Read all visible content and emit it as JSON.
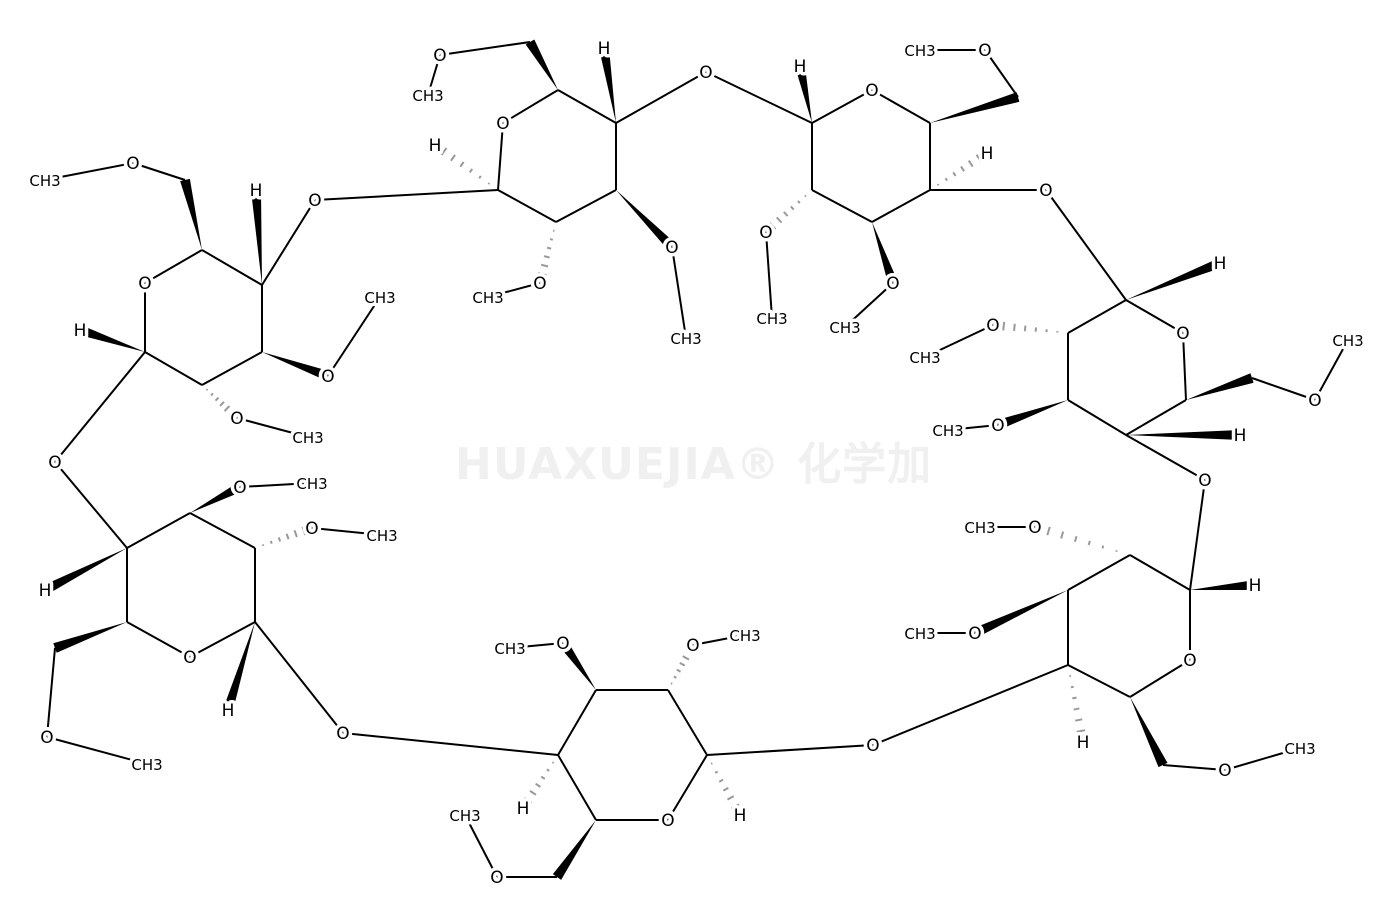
{
  "diagram": {
    "type": "structural-formula",
    "atom_labels": {
      "oxygen": "O",
      "hydrogen": "H",
      "methyl": "CH3"
    },
    "watermark": "HUAXUEJIA® 化学加"
  }
}
